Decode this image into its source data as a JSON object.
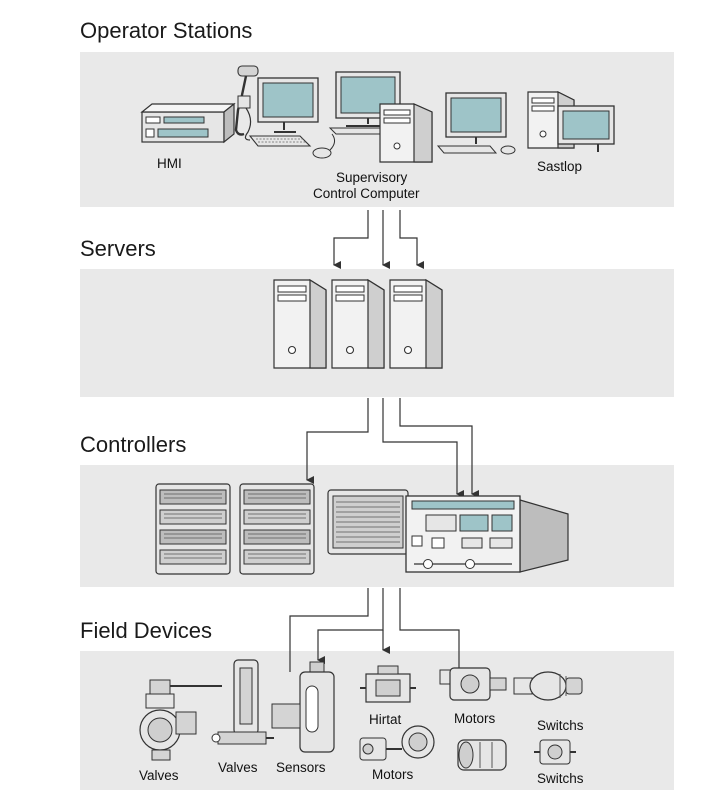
{
  "sections": {
    "operator": {
      "title": "Operator Stations"
    },
    "servers": {
      "title": "Servers"
    },
    "controllers": {
      "title": "Controllers"
    },
    "field": {
      "title": "Field Devices"
    }
  },
  "labels": {
    "hmi": "HMI",
    "supervisory_line1": "Supervisory",
    "supervisory_line2": "Control Computer",
    "sastop": "Sastlop",
    "valves_1": "Valves",
    "valves_2": "Valves",
    "sensors": "Sensors",
    "hirtat": "Hirtat",
    "motors_top": "Motors",
    "motors_bottom": "Motors",
    "switchs_top": "Switchs",
    "switchs_bottom": "Switchs"
  },
  "colors": {
    "panel": "#e9e9e9",
    "screen": "#9ec4c8",
    "device_light": "#f2f2f2",
    "device_mid": "#d4d4d4",
    "device_dark": "#a9a9a9",
    "line": "#333333"
  }
}
